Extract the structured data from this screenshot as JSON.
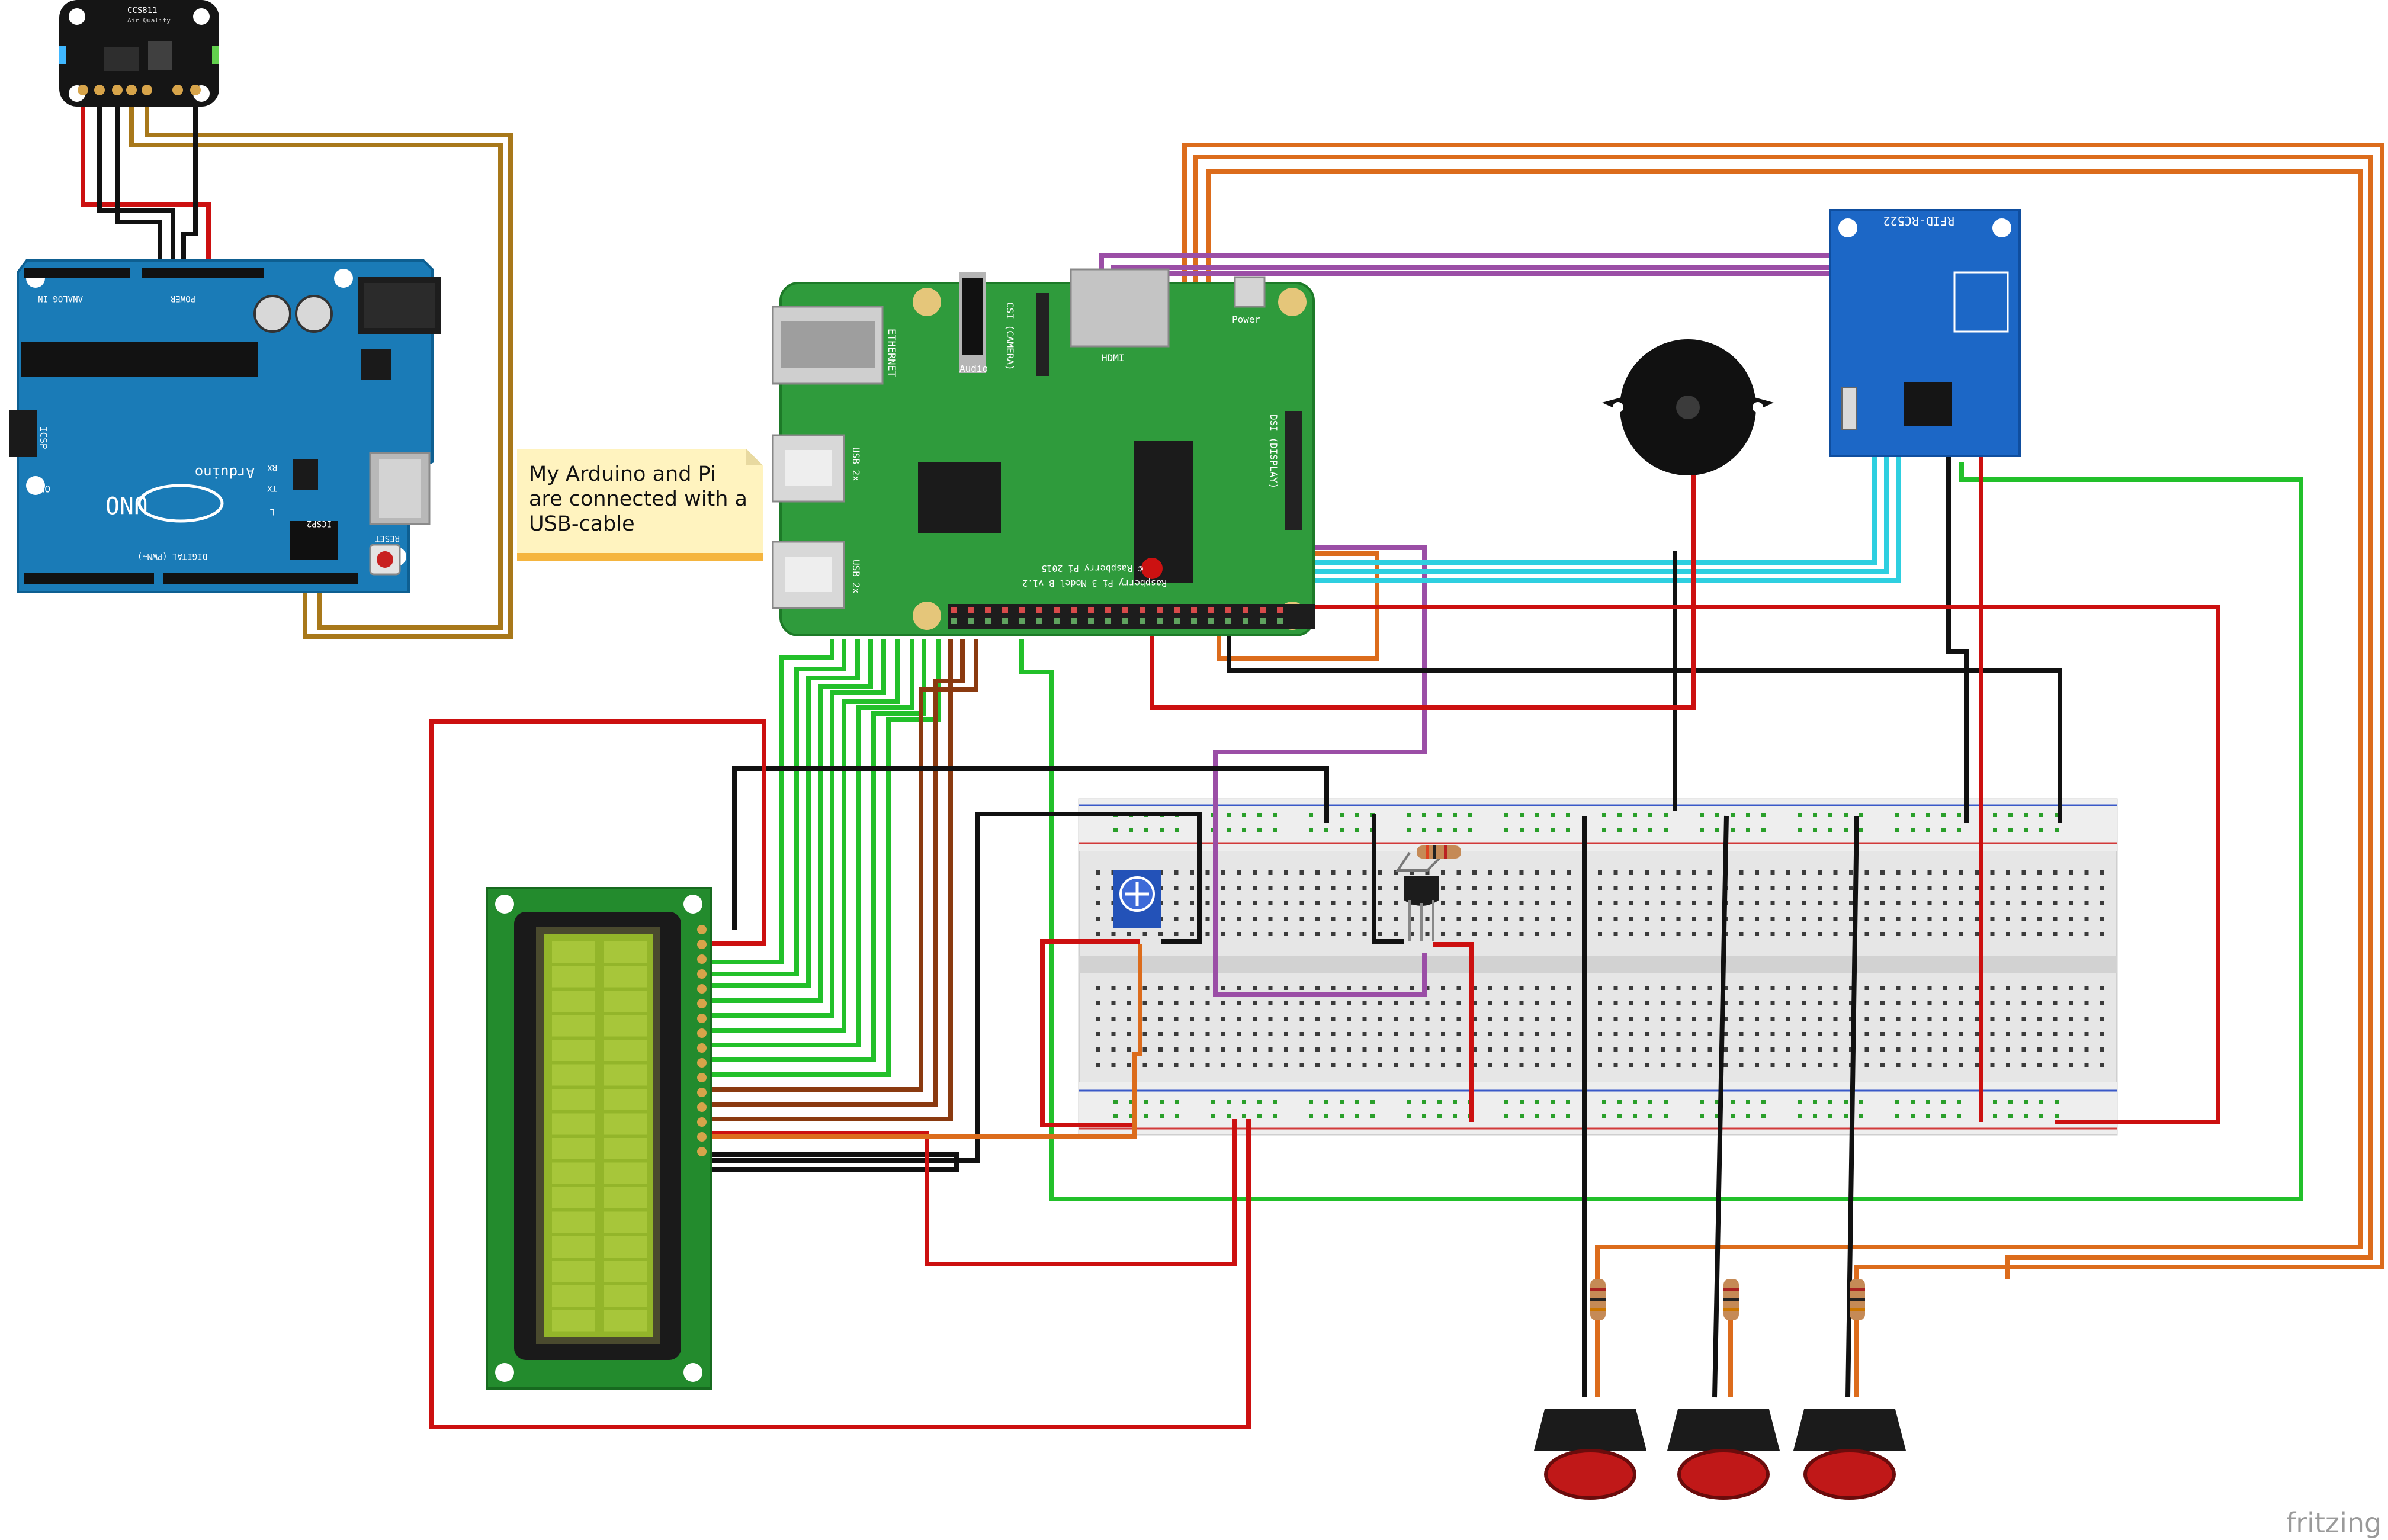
{
  "note": {
    "text": "My Arduino and Pi are connected with a USB-cable"
  },
  "ccs811": {
    "name": "CCS811",
    "subtitle": "Air Quality"
  },
  "arduino": {
    "brand": "Arduino",
    "model": "UNO",
    "analog_in": "ANALOG IN",
    "power": "POWER",
    "digital": "DIGITAL (PWM~)",
    "icsp": "ICSP",
    "icsp2": "ICSP2",
    "reset": "RESET",
    "on": "ON",
    "rx": "RX",
    "tx": "TX",
    "l": "L"
  },
  "raspberry_pi": {
    "ethernet": "ETHERNET",
    "audio": "Audio",
    "csi": "CSI (CAMERA)",
    "hdmi": "HDMI",
    "power": "Power",
    "dsi": "DSI (DISPLAY)",
    "usb1": "USB 2x",
    "usb2": "USB 2x",
    "model": "Raspberry Pi 3 Model B v1.2",
    "copyright": "© Raspberry Pi 2015"
  },
  "rfid": {
    "name": "RFID-RC522"
  },
  "watermark": "fritzing",
  "wire_colors": {
    "red": "#cc1010",
    "black": "#111111",
    "green": "#22c02a",
    "orange": "#dc6c1c",
    "purple": "#9b4ea6",
    "cyan": "#2ecfe0",
    "brown": "#8a3a10",
    "gold": "#a8781a"
  }
}
